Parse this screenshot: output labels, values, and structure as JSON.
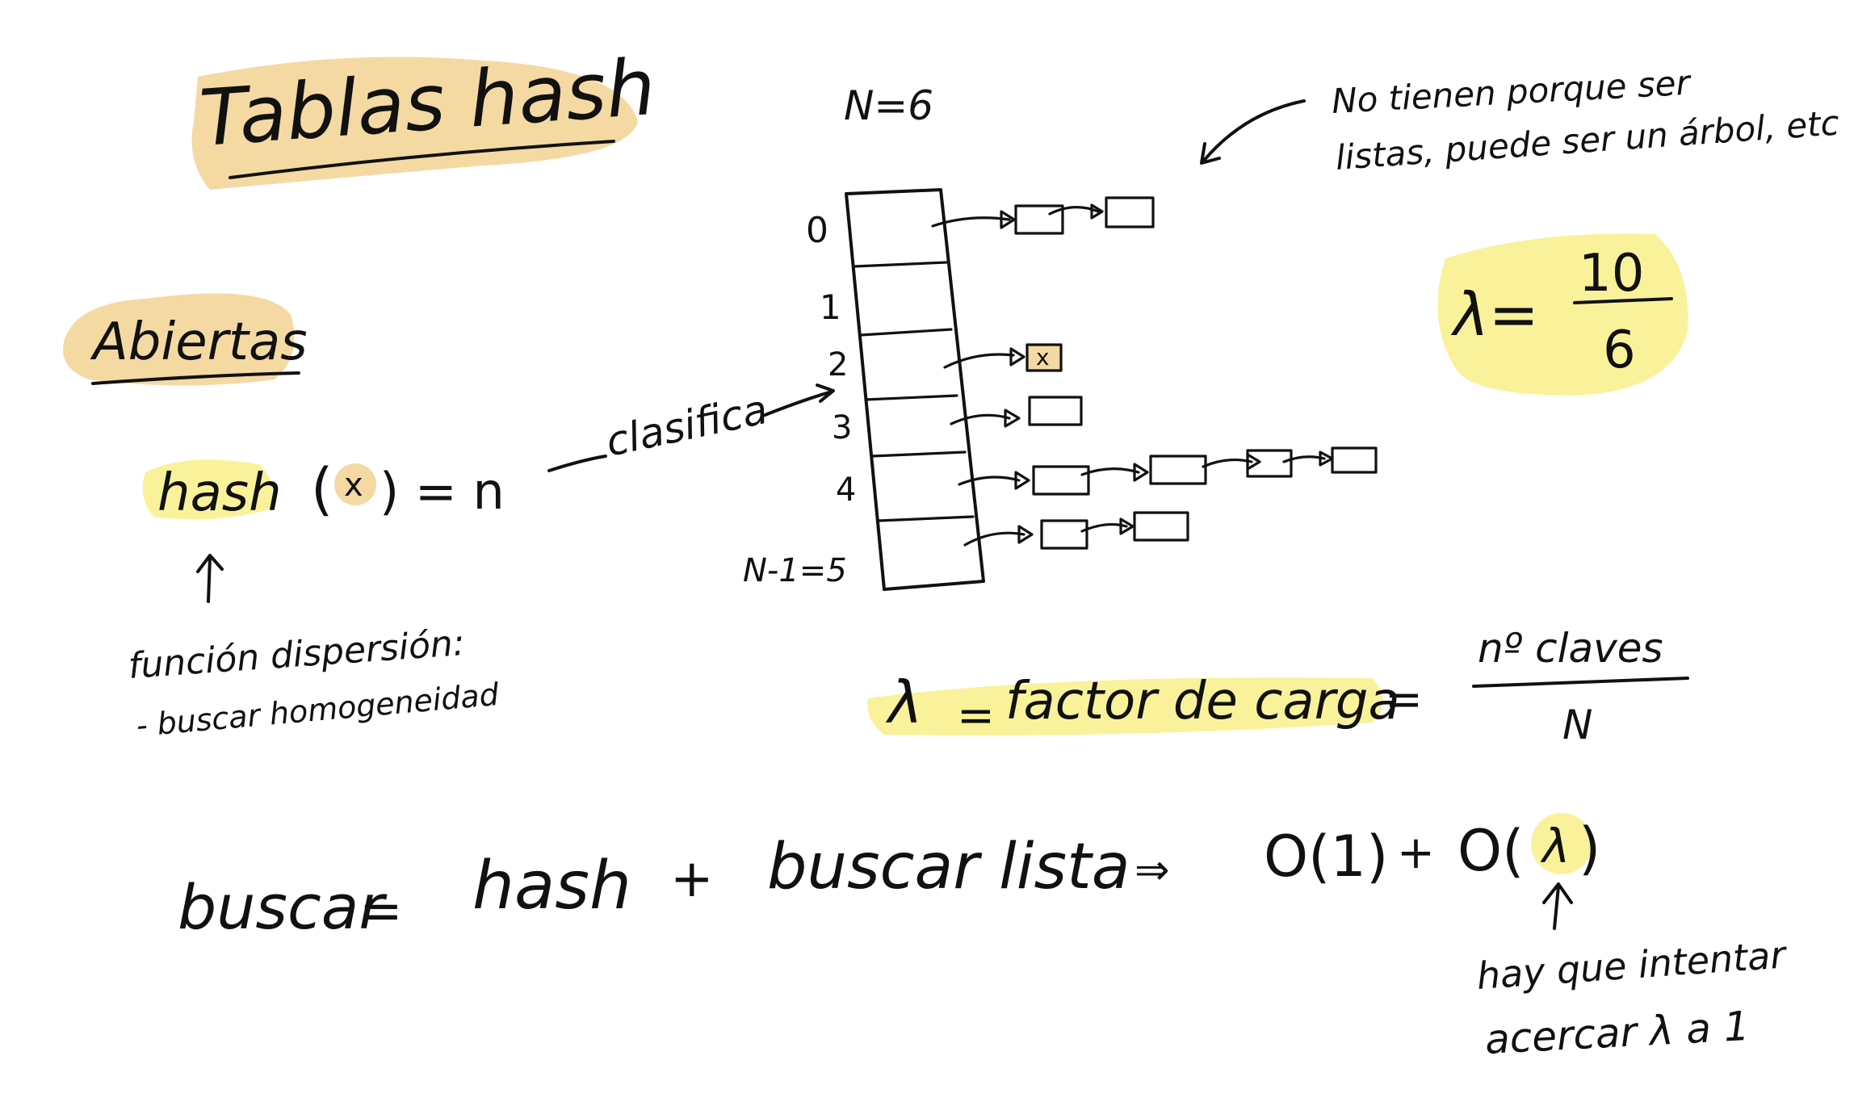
{
  "colors": {
    "ink": "#111111",
    "orange_highlight": "#f5d9a3",
    "yellow_highlight": "#f9f29a"
  },
  "title": "Tablas hash",
  "section": "Abiertas",
  "table_size": "N=6",
  "note_top": {
    "line1": "No tienen porque ser",
    "line2": "listas, puede ser un árbol, etc"
  },
  "hash_formula": {
    "fn": "hash",
    "arg": "x",
    "result": ") = n",
    "open": "(",
    "classifies": "clasifica"
  },
  "dispersion_note": {
    "line1": "función dispersión:",
    "line2": "- buscar homogeneidad"
  },
  "table": {
    "indices": [
      "0",
      "1",
      "2",
      "3",
      "4",
      "N-1=5"
    ],
    "highlighted_key": "x"
  },
  "lambda_value": {
    "symbol": "λ=",
    "numerator": "10",
    "denominator": "6"
  },
  "load_factor": {
    "symbol": "λ",
    "eq": "=",
    "label": "factor de carga",
    "eq2": "=",
    "numerator": "nº claves",
    "denominator": "N"
  },
  "search": {
    "lhs": "buscar",
    "eq": "=",
    "t1": "hash",
    "plus": "+",
    "t2": "buscar lista",
    "implies": "⇒",
    "o1": "O(1)",
    "plus2": "+",
    "o2_open": "O(",
    "o2_lambda": "λ",
    "o2_close": ")"
  },
  "bottom_note": {
    "line1": "hay que intentar",
    "line2": "acercar λ a 1"
  }
}
